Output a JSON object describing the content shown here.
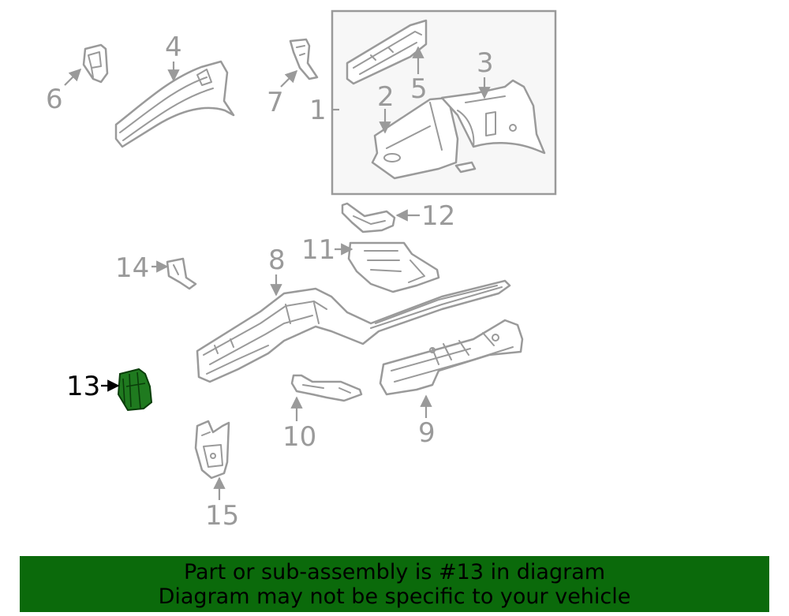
{
  "diagram": {
    "highlighted_part": "13",
    "labels": {
      "l1": "1",
      "l2": "2",
      "l3": "3",
      "l4": "4",
      "l5": "5",
      "l6": "6",
      "l7": "7",
      "l8": "8",
      "l9": "9",
      "l10": "10",
      "l11": "11",
      "l12": "12",
      "l13": "13",
      "l14": "14",
      "l15": "15"
    },
    "colors": {
      "outline": "#9a9a9a",
      "highlight_fill": "#1f7a1f",
      "highlight_label": "#000000",
      "banner_bg": "#0b6a0b",
      "box_bg": "#f7f7f7"
    }
  },
  "banner": {
    "line1": "Part or sub-assembly is #13 in diagram",
    "line2": "Diagram may not be specific to your vehicle"
  }
}
